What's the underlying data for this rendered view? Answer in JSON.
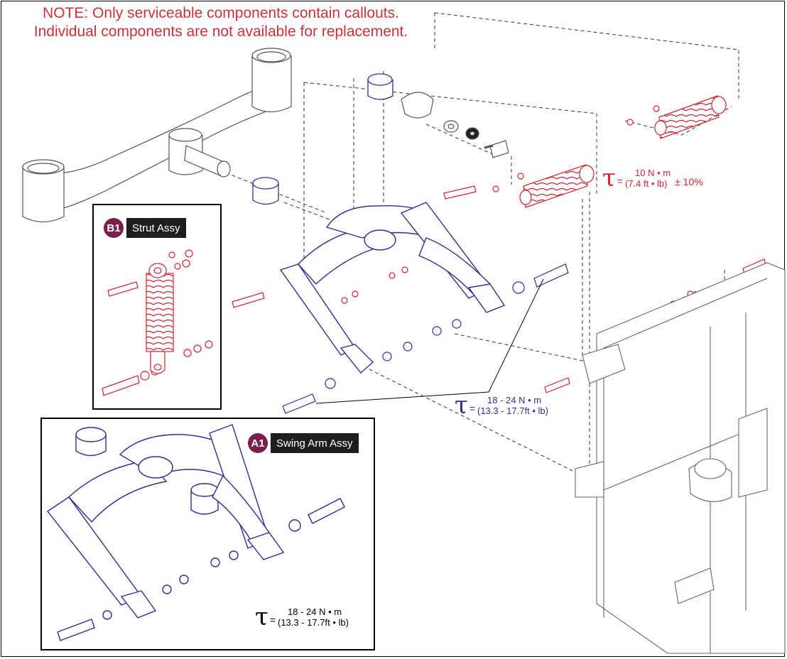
{
  "note": {
    "line1": "NOTE: Only serviceable components contain callouts.",
    "line2": "Individual components are not available for replacement."
  },
  "strut_assy": {
    "code": "B1",
    "label": "Strut Assy"
  },
  "swing_arm_assy": {
    "code": "A1",
    "label": "Swing Arm Assy"
  },
  "torque_strut": {
    "symbol": "τ",
    "equals": "=",
    "metric": "10 N • m",
    "imperial": "(7.4 ft • lb)",
    "tolerance": "± 10%"
  },
  "torque_swing": {
    "symbol": "τ",
    "equals": "=",
    "metric": "18 - 24 N • m",
    "imperial": "(13.3 -  17.7ft • lb)"
  },
  "torque_inset": {
    "symbol": "τ",
    "equals": "=",
    "metric": "18 - 24 N • m",
    "imperial": "(13.3 -  17.7ft • lb)"
  },
  "colors": {
    "callout_red": "#d42331",
    "part_blue": "#2e2f8f",
    "badge_purple": "#7a1f4c",
    "label_black": "#1e1e1e"
  }
}
